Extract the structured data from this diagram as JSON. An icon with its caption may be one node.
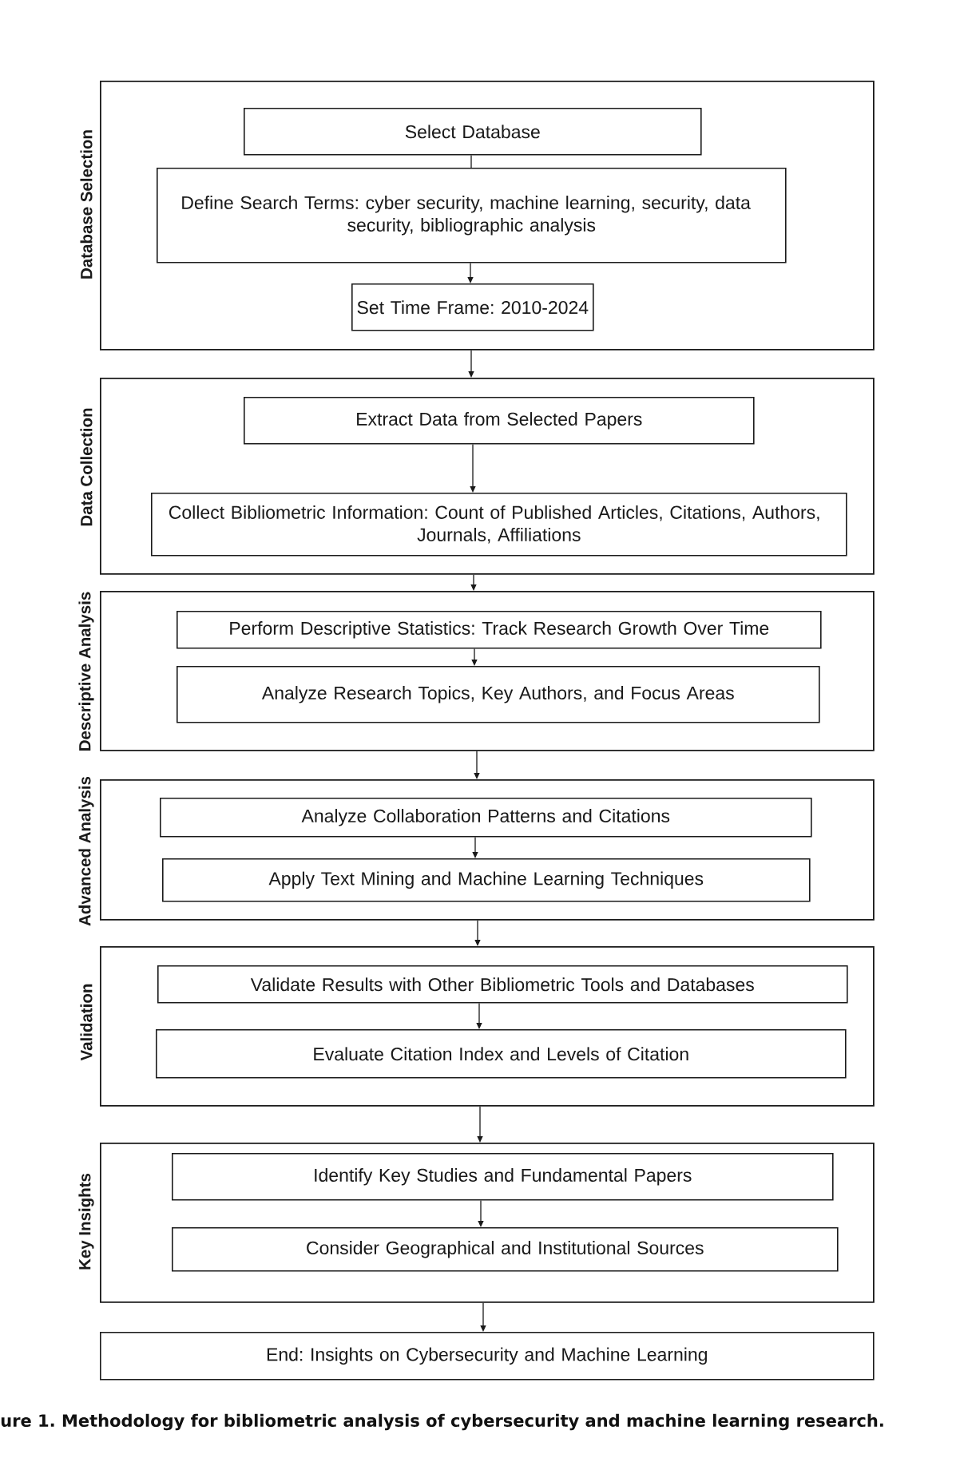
{
  "diagram": {
    "caption": "ure 1. Methodology for bibliometric analysis of cybersecurity and machine learning research.",
    "nodes": [
      {
        "text": [
          "Database Selection"
        ]
      },
      {
        "text": [
          "Select Database"
        ],
        "in": 0
      },
      {
        "text": [
          "Define Search Terms: cyber security, machine learning, security, data security, bibliographic analysis"
        ],
        "in": 0
      },
      {
        "text": [
          "Set Time Frame: 2010-2024"
        ],
        "in": 0
      },
      {
        "text": [
          "Data Collection"
        ]
      },
      {
        "text": [
          "Extract Data from Selected Papers"
        ],
        "in": 4
      },
      {
        "text": [
          "Collect Bibliometric Information: Count of Published Articles, Citations, Authors, Journals, Affiliations"
        ],
        "in": 4
      },
      {
        "text": [
          "Descriptive Analysis"
        ]
      },
      {
        "text": [
          "Perform Descriptive Statistics: Track Research Growth Over Time"
        ],
        "in": 7
      },
      {
        "text": [
          "Analyze Research Topics, Key Authors, and Focus Areas"
        ],
        "in": 7
      },
      {
        "text": [
          "Advanced Analysis"
        ]
      },
      {
        "text": [
          "Analyze Collaboration Patterns and Citations"
        ],
        "in": 10
      },
      {
        "text": [
          "Apply Text Mining and Machine Learning Techniques"
        ],
        "in": 10
      },
      {
        "text": [
          "Validation"
        ]
      },
      {
        "text": [
          "Validate Results with Other Bibliometric Tools and Databases"
        ],
        "in": 13
      },
      {
        "text": [
          "Evaluate Citation Index and Levels of Citation"
        ],
        "in": 13
      },
      {
        "text": [
          "Key Insights"
        ]
      },
      {
        "text": [
          "Identify Key Studies and Fundamental Papers"
        ],
        "in": 16
      },
      {
        "text": [
          "Consider Geographical and Institutional Sources"
        ],
        "in": 16
      },
      {
        "text": [
          "End: Insights on Cybersecurity and Machine Learning"
        ]
      }
    ],
    "edges": [
      {
        "from": 1,
        "to": 2,
        "arrow": "none"
      },
      {
        "from": 2,
        "to": 3,
        "arrow": "to"
      },
      {
        "from": 0,
        "to": 4,
        "arrow": "to"
      },
      {
        "from": 5,
        "to": 6,
        "arrow": "to"
      },
      {
        "from": 4,
        "to": 7,
        "arrow": "to"
      },
      {
        "from": 8,
        "to": 9,
        "arrow": "to"
      },
      {
        "from": 7,
        "to": 10,
        "arrow": "to"
      },
      {
        "from": 11,
        "to": 12,
        "arrow": "to"
      },
      {
        "from": 10,
        "to": 13,
        "arrow": "to"
      },
      {
        "from": 14,
        "to": 15,
        "arrow": "to"
      },
      {
        "from": 13,
        "to": 16,
        "arrow": "to"
      },
      {
        "from": 17,
        "to": 18,
        "arrow": "to"
      },
      {
        "from": 16,
        "to": 19,
        "arrow": "to"
      }
    ]
  }
}
